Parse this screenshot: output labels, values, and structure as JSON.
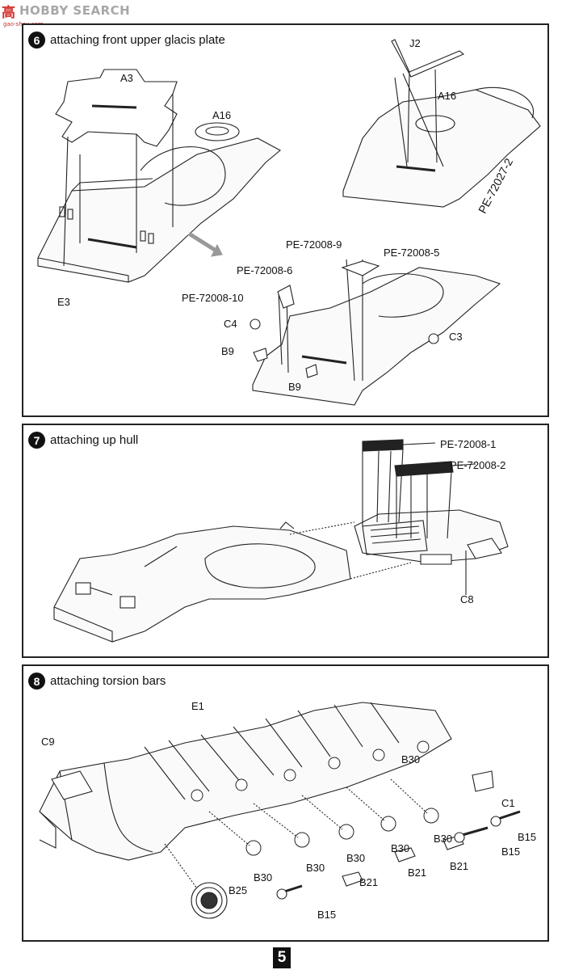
{
  "logo": {
    "mark": "高",
    "text": "HOBBY SEARCH",
    "sub": "gao-shou.com"
  },
  "steps": [
    {
      "number": "6",
      "title": "attaching front upper glacis plate",
      "labels": {
        "a3": "A3",
        "a16_left": "A16",
        "e3": "E3",
        "j2": "J2",
        "a16_right": "A16",
        "pe72027_2": "PE-72027-2",
        "pe72008_9": "PE-72008-9",
        "pe72008_5": "PE-72008-5",
        "pe72008_6": "PE-72008-6",
        "pe72008_10": "PE-72008-10",
        "c4": "C4",
        "c3": "C3",
        "b9_top": "B9",
        "b9_bottom": "B9"
      }
    },
    {
      "number": "7",
      "title": "attaching up hull",
      "labels": {
        "pe72008_1": "PE-72008-1",
        "pe72008_2": "PE-72008-2",
        "c8": "C8"
      }
    },
    {
      "number": "8",
      "title": "attaching torsion bars",
      "labels": {
        "e1": "E1",
        "c9": "C9",
        "c1": "C1",
        "b30_1": "B30",
        "b30_2": "B30",
        "b30_3": "B30",
        "b30_4": "B30",
        "b30_5": "B30",
        "b30_6": "B30",
        "b15_1": "B15",
        "b15_2": "B15",
        "b15_3": "B15",
        "b21_1": "B21",
        "b21_2": "B21",
        "b21_3": "B21",
        "b25": "B25"
      }
    }
  ],
  "page": {
    "number": "5"
  }
}
